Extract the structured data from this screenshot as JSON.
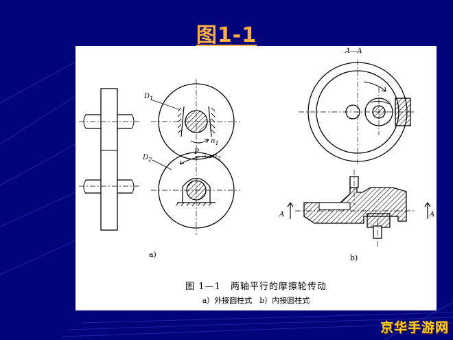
{
  "slide": {
    "title": "图1-1",
    "watermark": "京华手游网",
    "colors": {
      "background": "#04047a",
      "title": "#ffb040",
      "watermark": "#ffd21a"
    }
  },
  "figure": {
    "caption_main": "图 1—1　两轴平行的摩擦轮传动",
    "caption_sub": "a）外接圆柱式　b）内接圆柱式",
    "subfigure_a": "a)",
    "subfigure_b": "b)",
    "labels": {
      "D1": "D",
      "D1_sub": "1",
      "D2": "D",
      "D2_sub": "2",
      "n1": "n",
      "n1_sub": "1",
      "n2": "n",
      "n2_sub": "2",
      "P": "P",
      "section": "A—A",
      "section_left": "A",
      "section_right": "A"
    }
  }
}
